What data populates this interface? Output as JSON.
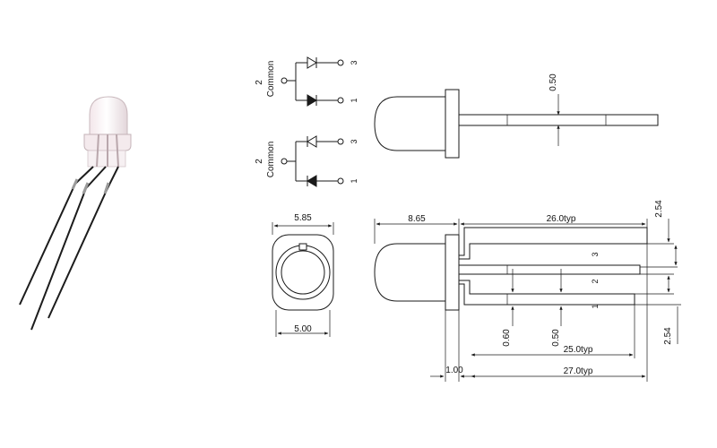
{
  "schematics": [
    {
      "common_pin": "2",
      "common_label": "Common",
      "pin_top": "3",
      "pin_bottom": "1"
    },
    {
      "common_pin": "2",
      "common_label": "Common",
      "pin_top": "3",
      "pin_bottom": "1"
    }
  ],
  "dimensions": {
    "lead_thickness": "0.50",
    "flange_diameter": "5.85",
    "body_diameter": "5.00",
    "body_length": "8.65",
    "lead_length_long": "26.0typ",
    "pin_pitch_top": "2.54",
    "pin_pitch_bottom": "2.54",
    "lead_width": "0.60",
    "lead_gap": "0.50",
    "lead_length_short": "25.0typ",
    "flange_thickness": "1.00",
    "lead_length_total": "27.0typ"
  },
  "pin_labels": {
    "pin3": "3",
    "pin2": "2",
    "pin1": "1"
  },
  "colors": {
    "line": "#1a1a1a",
    "background": "#ffffff"
  }
}
